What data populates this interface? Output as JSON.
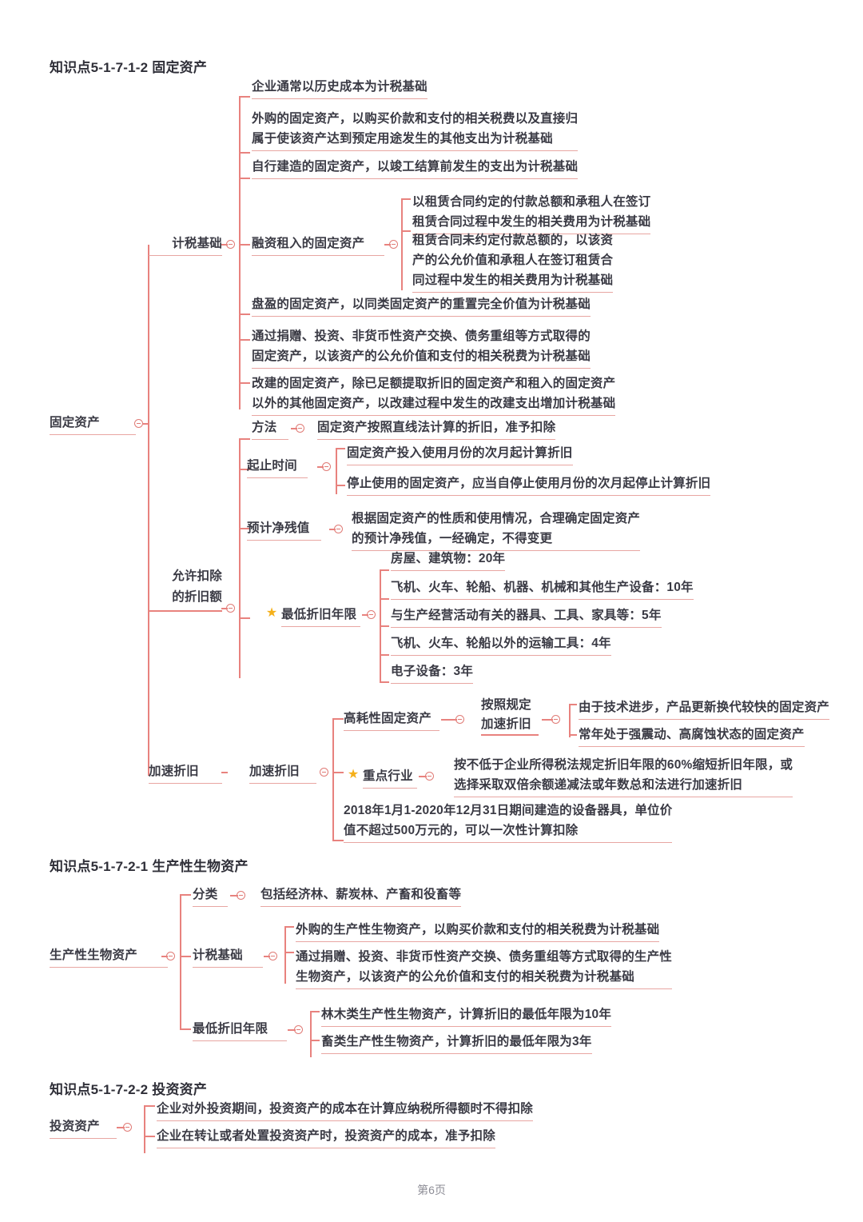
{
  "sections": [
    {
      "heading": "知识点5-1-7-1-2 固定资产",
      "root": "固定资产",
      "branches": [
        {
          "label": "计税基础",
          "items": [
            "企业通常以历史成本为计税基础",
            "外购的固定资产，以购买价款和支付的相关税费以及直接归\n属于使该资产达到预定用途发生的其他支出为计税基础",
            "自行建造的固定资产，以竣工结算前发生的支出为计税基础",
            "融资租入的固定资产",
            "盘盈的固定资产，以同类固定资产的重置完全价值为计税基础",
            "通过捐赠、投资、非货币性资产交换、债务重组等方式取得的\n固定资产，以该资产的公允价值和支付的相关税费为计税基础",
            "改建的固定资产，除已足额提取折旧的固定资产和租入的固定资产\n以外的其他固定资产，以改建过程中发生的改建支出增加计税基础"
          ],
          "sub_finance_lease": [
            "以租赁合同约定的付款总额和承租人在签订\n租赁合同过程中发生的相关费用为计税基础",
            "租赁合同未约定付款总额的，以该资\n产的公允价值和承租人在签订租赁合\n同过程中发生的相关费用为计税基础"
          ]
        },
        {
          "label": "允许扣除\n的折旧额",
          "sub": [
            {
              "label": "方法",
              "items": [
                "固定资产按照直线法计算的折旧，准予扣除"
              ]
            },
            {
              "label": "起止时间",
              "items": [
                "固定资产投入使用月份的次月起计算折旧",
                "停止使用的固定资产，应当自停止使用月份的次月起停止计算折旧"
              ]
            },
            {
              "label": "预计净残值",
              "items": [
                "根据固定资产的性质和使用情况，合理确定固定资产\n的预计净残值，一经确定，不得变更"
              ]
            },
            {
              "label": "最低折旧年限",
              "star": true,
              "items": [
                "房屋、建筑物：20年",
                "飞机、火车、轮船、机器、机械和其他生产设备：10年",
                "与生产经营活动有关的器具、工具、家具等：5年",
                "飞机、火车、轮船以外的运输工具：4年",
                "电子设备：3年"
              ]
            }
          ]
        },
        {
          "label": "加速折旧",
          "sub": [
            {
              "label": "高耗性固定资产",
              "mid": "按照规定\n加速折旧",
              "items": [
                "由于技术进步，产品更新换代较快的固定资产",
                "常年处于强震动、高腐蚀状态的固定资产"
              ]
            },
            {
              "label": "重点行业",
              "star": true,
              "items": [
                "按不低于企业所得税法规定折旧年限的60%缩短折旧年限，或\n选择采取双倍余额递减法或年数总和法进行加速折旧"
              ]
            },
            {
              "plain": "2018年1月1-2020年12月31日期间建造的设备器具，单位价\n值不超过500万元的，可以一次性计算扣除"
            }
          ]
        }
      ]
    },
    {
      "heading": "知识点5-1-7-2-1 生产性生物资产",
      "root": "生产性生物资产",
      "branches": [
        {
          "label": "分类",
          "items": [
            "包括经济林、薪炭林、产畜和役畜等"
          ]
        },
        {
          "label": "计税基础",
          "items": [
            "外购的生产性生物资产，以购买价款和支付的相关税费为计税基础",
            "通过捐赠、投资、非货币性资产交换、债务重组等方式取得的生产性\n生物资产，以该资产的公允价值和支付的相关税费为计税基础"
          ]
        },
        {
          "label": "最低折旧年限",
          "items": [
            "林木类生产性生物资产，计算折旧的最低年限为10年",
            "畜类生产性生物资产，计算折旧的最低年限为3年"
          ]
        }
      ]
    },
    {
      "heading": "知识点5-1-7-2-2 投资资产",
      "root": "投资资产",
      "branches": [
        {
          "items": [
            "企业对外投资期间，投资资产的成本在计算应纳税所得额时不得扣除",
            "企业在转让或者处置投资资产时，投资资产的成本，准予扣除"
          ]
        }
      ]
    }
  ],
  "footer": "第6页",
  "colors": {
    "line": "#e8a6a2",
    "line_strong": "#e07b76",
    "text": "#3a3a44",
    "star": "#f5b01a"
  }
}
